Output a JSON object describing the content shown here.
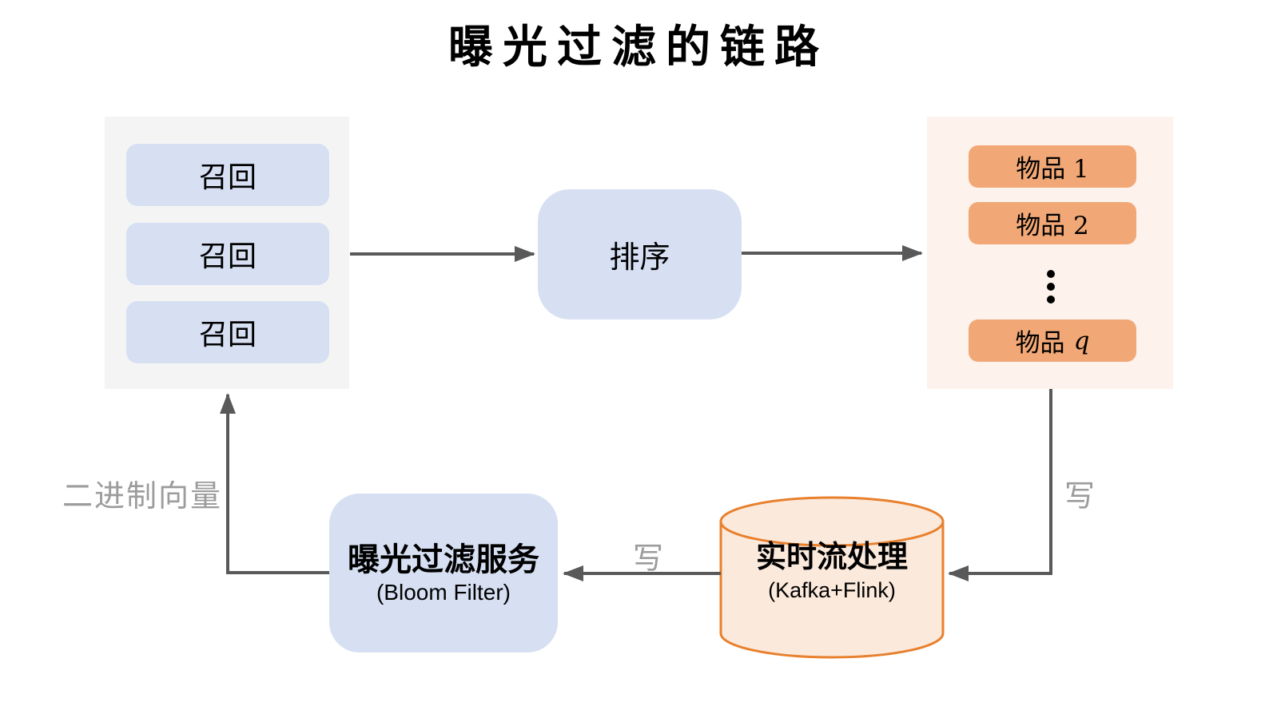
{
  "title": "曝光过滤的链路",
  "recall_panel": {
    "items": [
      {
        "label": "召回"
      },
      {
        "label": "召回"
      },
      {
        "label": "召回"
      }
    ]
  },
  "ranking_node": {
    "label": "排序"
  },
  "items_panel": {
    "items": [
      {
        "label": "物品 1"
      },
      {
        "label": "物品 2"
      }
    ],
    "last_item": {
      "prefix": "物品",
      "variable": "q"
    }
  },
  "stream_node": {
    "title": "实时流处理",
    "subtitle": "(Kafka+Flink)"
  },
  "filter_node": {
    "title": "曝光过滤服务",
    "subtitle": "(Bloom Filter)"
  },
  "edge_labels": {
    "write_items_to_stream": "写",
    "write_stream_to_filter": "写",
    "binary_vector": "二进制向量"
  },
  "icons": {
    "ellipsis": "vertical-ellipsis"
  },
  "colors": {
    "node_blue": "#d6e0f2",
    "panel_gray": "#f4f4f4",
    "panel_peach": "#fdf2ec",
    "item_orange": "#f1a876",
    "cylinder_fill": "#fbe9dc",
    "cylinder_stroke": "#e8802d",
    "arrow": "#595959",
    "label_gray": "#9c9c9c"
  }
}
